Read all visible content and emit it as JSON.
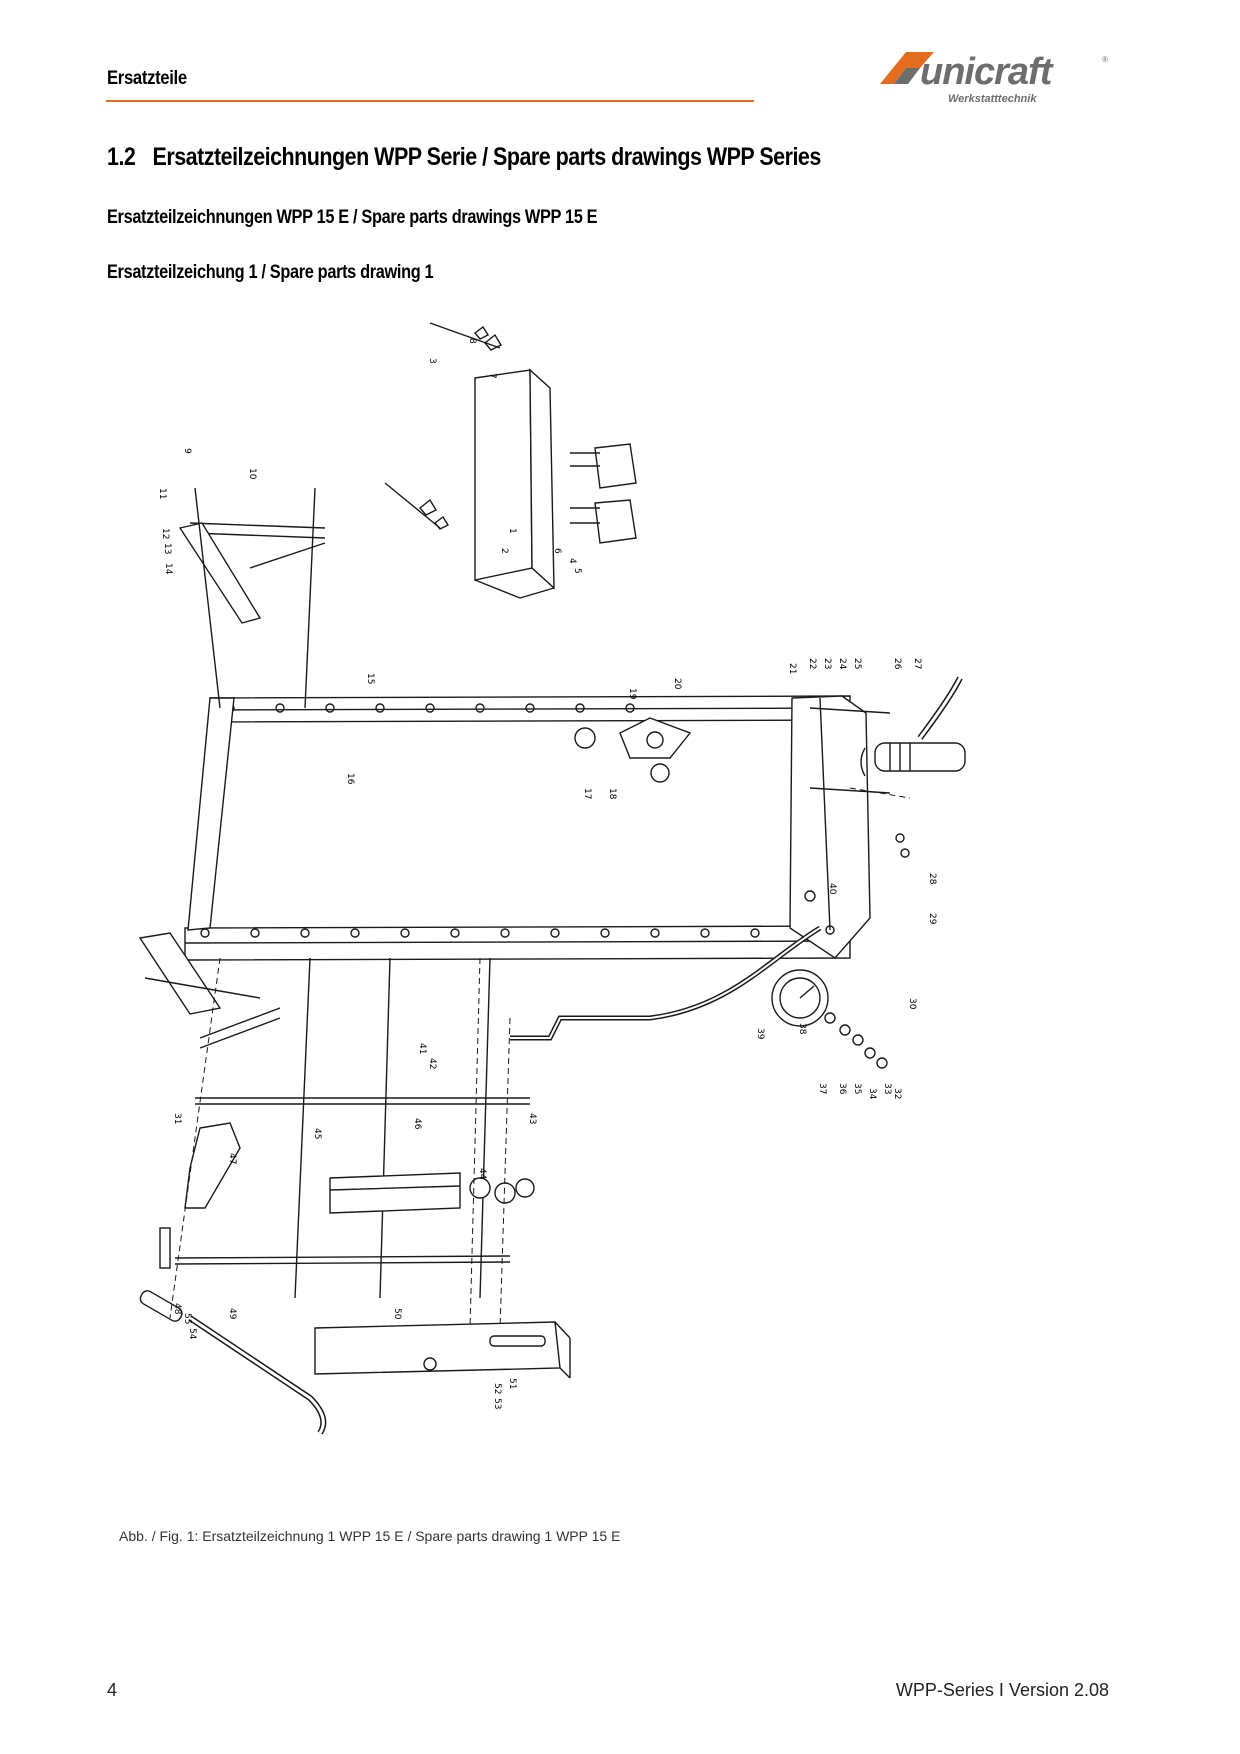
{
  "header": {
    "label": "Ersatzteile",
    "logo_name": "unicraft",
    "logo_tagline": "Werkstatttechnik",
    "accent_color": "#e46c1f"
  },
  "section": {
    "number": "1.2",
    "title": "Ersatzteilzeichnungen WPP Serie / Spare parts drawings WPP Series"
  },
  "subtitle_1": "Ersatzteilzeichnungen WPP 15 E / Spare parts drawings WPP 15 E",
  "subtitle_2": "Ersatzteilzeichung 1 / Spare parts drawing 1",
  "drawing": {
    "part_numbers": [
      "1",
      "2",
      "3",
      "4",
      "5",
      "6",
      "7",
      "8",
      "9",
      "10",
      "11",
      "12",
      "13",
      "14",
      "15",
      "16",
      "17",
      "18",
      "19",
      "20",
      "21",
      "22",
      "23",
      "24",
      "25",
      "26",
      "27",
      "28",
      "29",
      "30",
      "31",
      "32",
      "33",
      "34",
      "35",
      "36",
      "37",
      "38",
      "39",
      "40",
      "41",
      "42",
      "43",
      "44",
      "45",
      "46",
      "47",
      "48",
      "49",
      "50",
      "51",
      "52",
      "53",
      "54",
      "55"
    ]
  },
  "caption": "Abb. / Fig. 1: Ersatzteilzeichnung 1 WPP 15 E / Spare parts drawing 1 WPP 15 E",
  "footer": {
    "page_number": "4",
    "version": "WPP-Series I Version 2.08"
  }
}
